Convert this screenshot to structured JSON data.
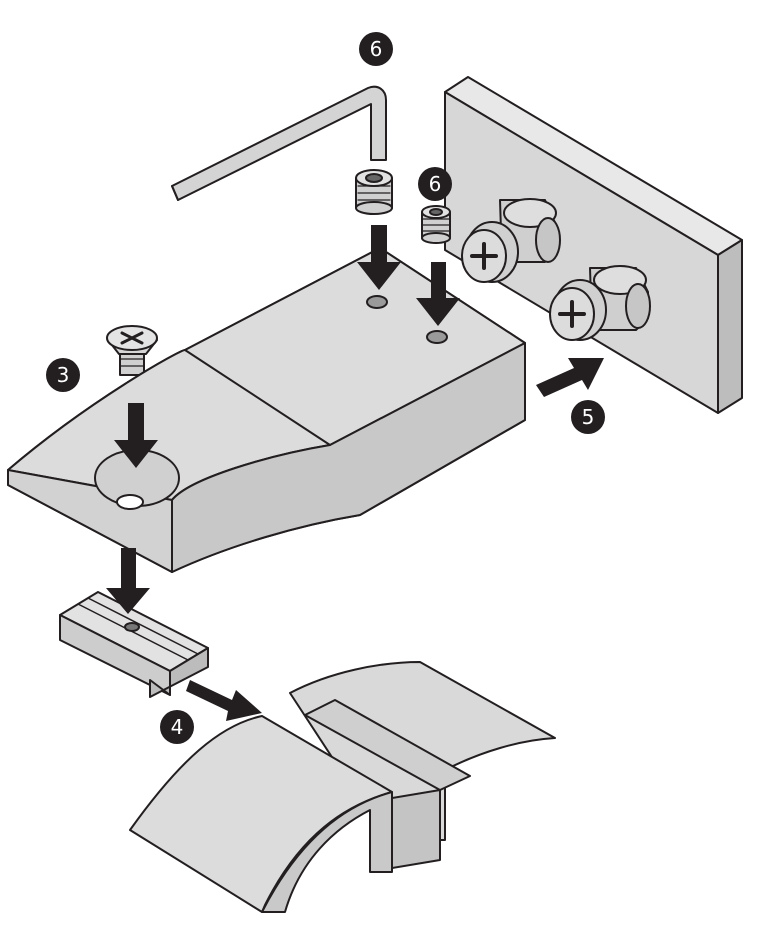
{
  "colors": {
    "part_fill": "#d7d7d7",
    "part_fill_dark": "#bdbdbd",
    "part_fill_light": "#e6e6e6",
    "outline": "#231f20",
    "arrow": "#231f20",
    "badge_bg": "#231f20",
    "badge_text": "#ffffff",
    "background": "#ffffff"
  },
  "steps": [
    {
      "id": "6a",
      "label": "6"
    },
    {
      "id": "6b",
      "label": "6"
    },
    {
      "id": "3",
      "label": "3"
    },
    {
      "id": "5",
      "label": "5"
    },
    {
      "id": "4",
      "label": "4"
    }
  ]
}
